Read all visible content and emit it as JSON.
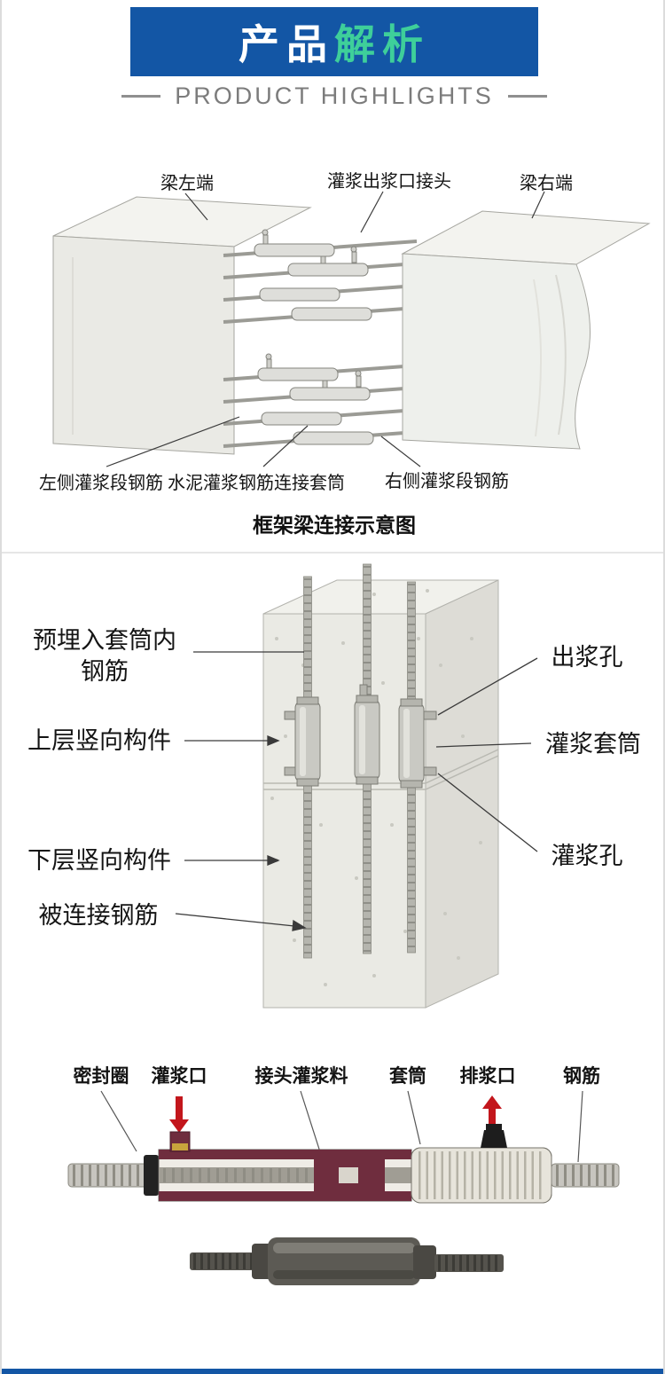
{
  "header": {
    "title": {
      "part1": "产品",
      "part2": "解析"
    },
    "subtitle": "PRODUCT HIGHLIGHTS"
  },
  "beam_diagram": {
    "label_top_left": "梁左端",
    "label_top_center": "灌浆出浆口接头",
    "label_top_right": "梁右端",
    "label_bottom_left": "左侧灌浆段钢筋",
    "label_bottom_center": "水泥灌浆钢筋连接套筒",
    "label_bottom_right": "右侧灌浆段钢筋",
    "caption": "框架梁连接示意图"
  },
  "column_diagram": {
    "label_embedded_rebar": "预埋入套筒内钢筋",
    "label_upper_member": "上层竖向构件",
    "label_lower_member": "下层竖向构件",
    "label_connected_rebar": "被连接钢筋",
    "label_grout_outlet": "出浆孔",
    "label_grout_sleeve": "灌浆套筒",
    "label_grout_inlet": "灌浆孔"
  },
  "sleeve_section_diagram": {
    "label_seal_ring": "密封圈",
    "label_grout_inlet": "灌浆口",
    "label_joint_grout": "接头灌浆料",
    "label_sleeve": "套筒",
    "label_grout_outlet": "排浆口",
    "label_rebar": "钢筋"
  },
  "colors": {
    "header_blue": "#1356a5",
    "title_green": "#3ecf9a",
    "arrow_red": "#c3161c",
    "sleeve_maroon": "#6f2d3e"
  }
}
